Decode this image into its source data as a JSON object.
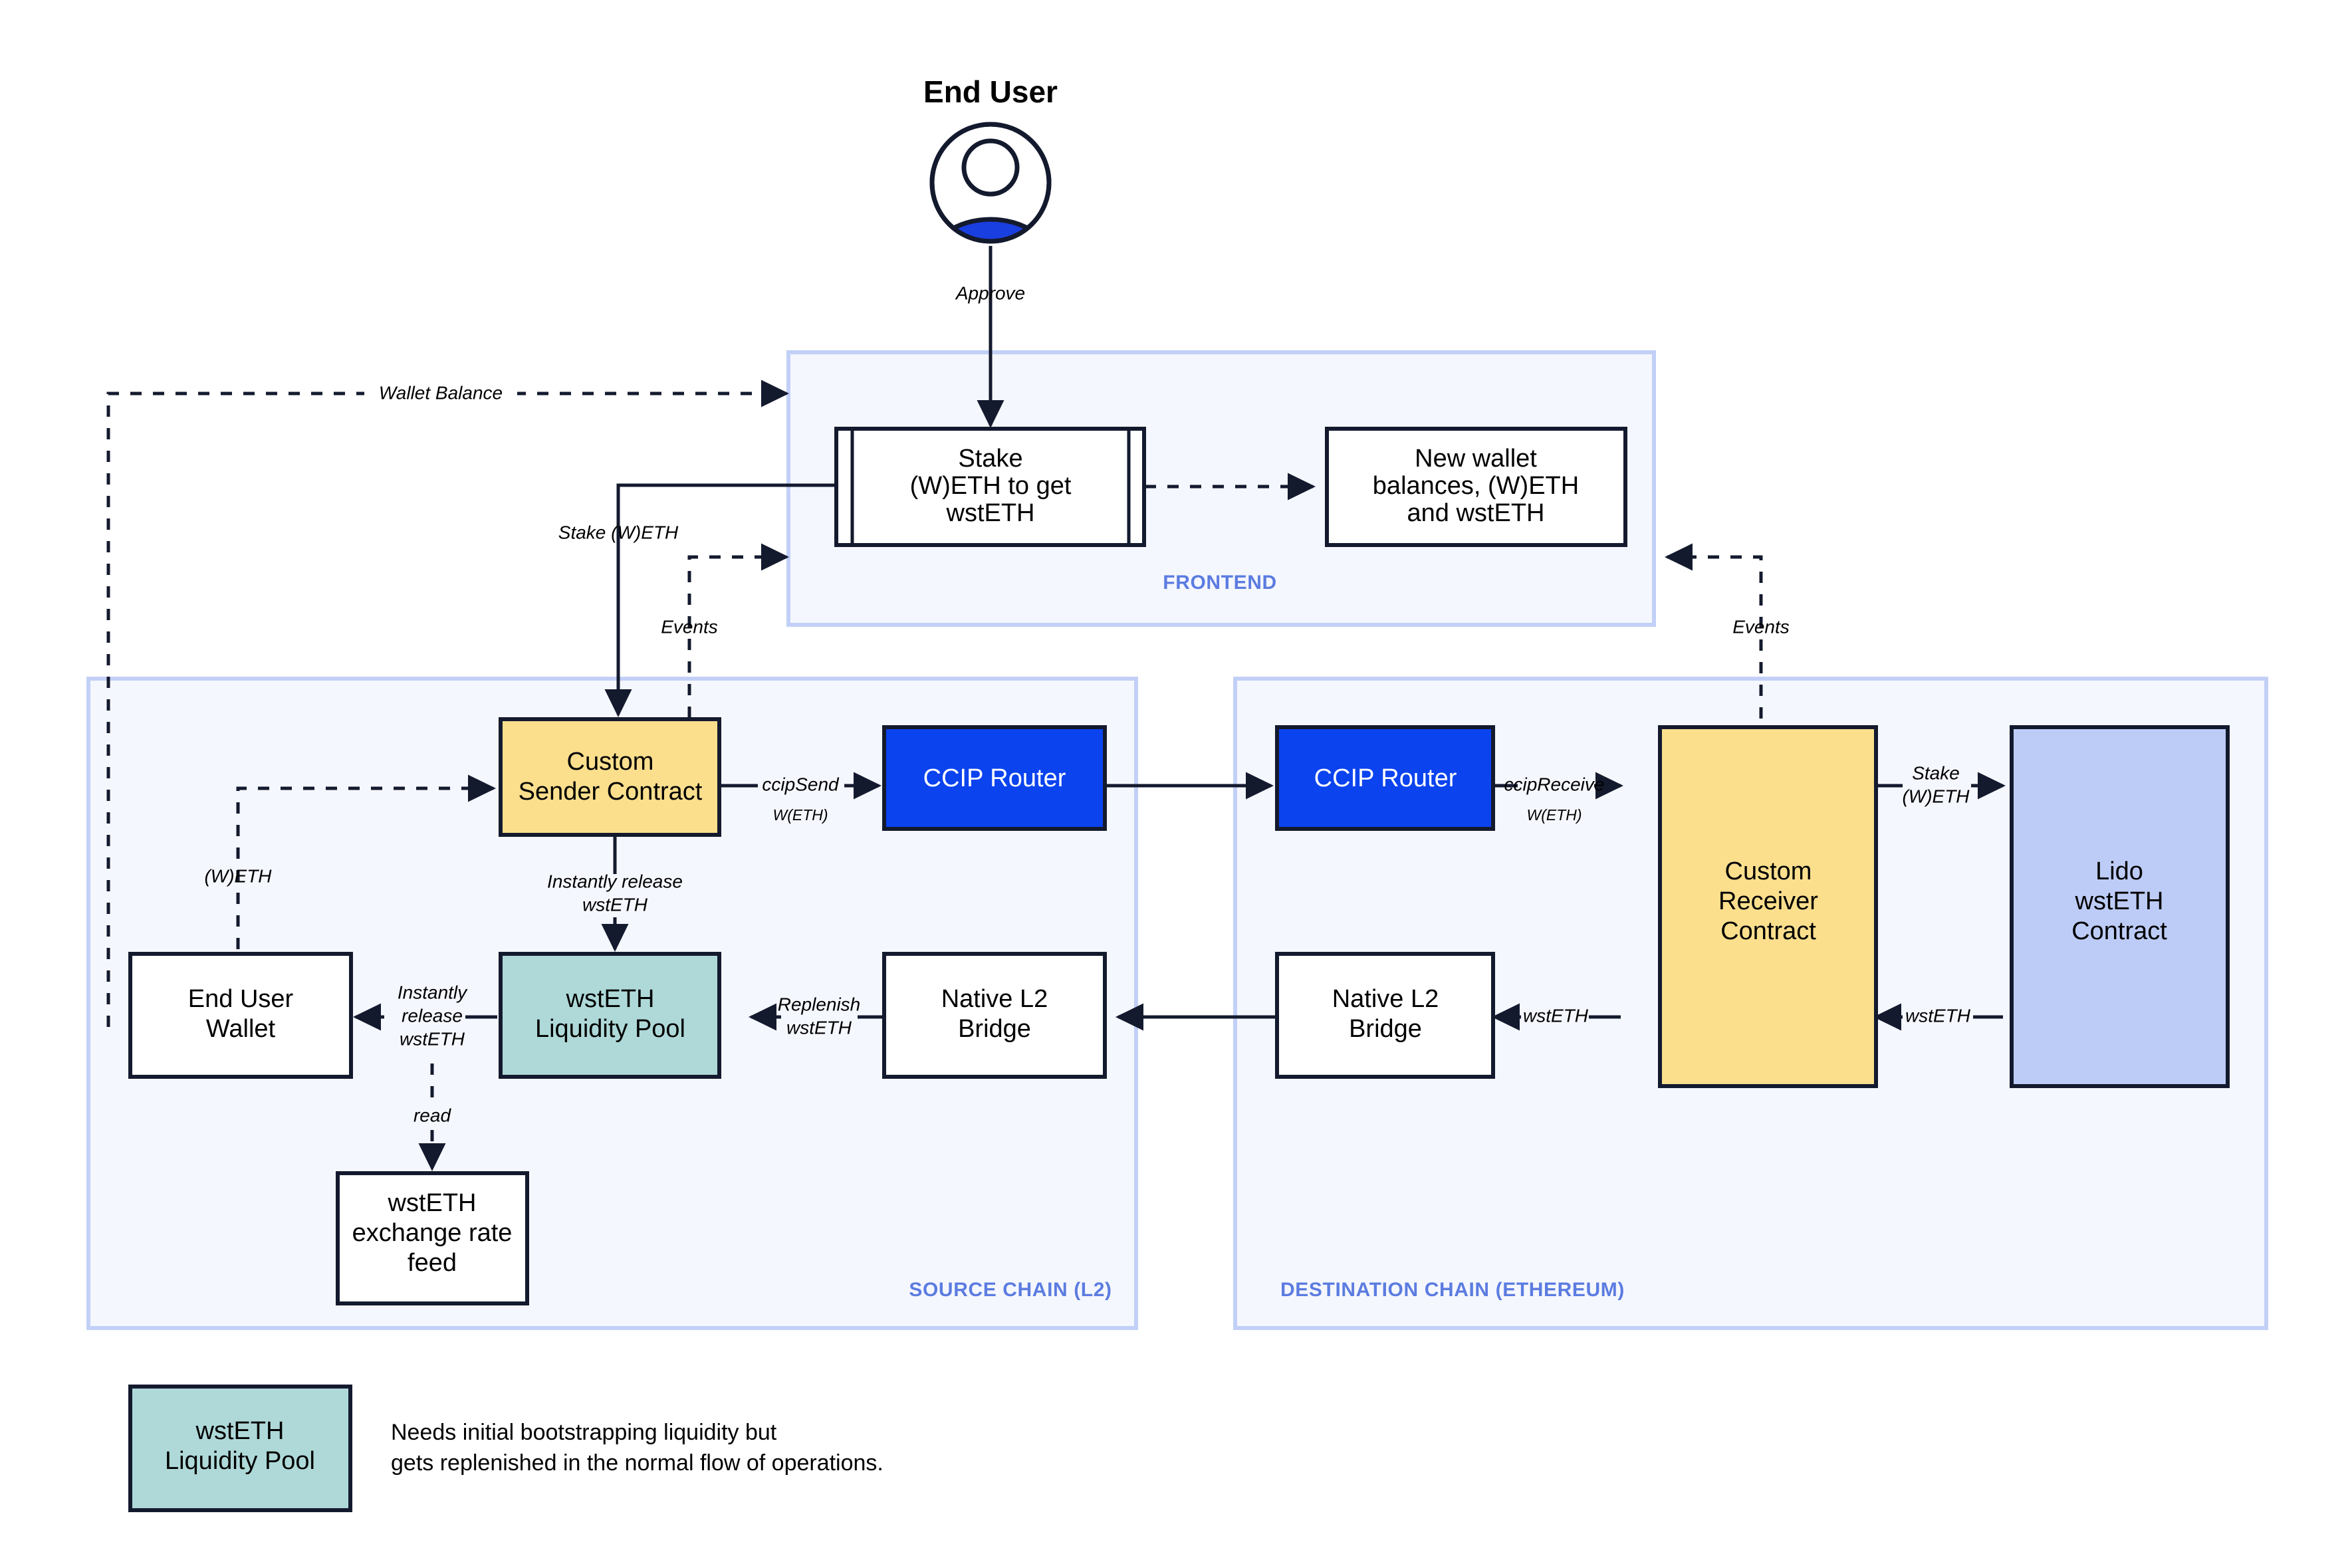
{
  "title": "End User",
  "colors": {
    "zone_fill": "#F5F7FE",
    "zone_stroke": "#C2D0F7",
    "zone_label": "#5C7CE0",
    "contract_yellow": "#FBDF8D",
    "pool_teal": "#AFD9D9",
    "router_blue": "#0B43EF",
    "lido_periwinkle": "#BDCCF7",
    "line": "#141A2E",
    "avatar_blue": "#1A3FE0"
  },
  "actor": {
    "label": "End User",
    "icon": "user-avatar-icon"
  },
  "zones": [
    {
      "id": "frontend",
      "label": "FRONTEND"
    },
    {
      "id": "source",
      "label": "SOURCE CHAIN (L2)"
    },
    {
      "id": "destination",
      "label": "DESTINATION CHAIN (ETHEREUM)"
    }
  ],
  "nodes": {
    "stake_ui": {
      "label": [
        "Stake",
        "(W)ETH to get",
        "wstETH"
      ],
      "kind": "ui-window"
    },
    "new_balances": {
      "label": [
        "New wallet",
        "balances, (W)ETH",
        "and wstETH"
      ],
      "kind": "plain"
    },
    "sender_contract": {
      "label": [
        "Custom",
        "Sender Contract"
      ],
      "kind": "contract"
    },
    "ccip_router_src": {
      "label": [
        "CCIP Router"
      ],
      "kind": "router"
    },
    "ccip_router_dst": {
      "label": [
        "CCIP Router"
      ],
      "kind": "router"
    },
    "receiver_contract": {
      "label": [
        "Custom",
        "Receiver",
        "Contract"
      ],
      "kind": "contract"
    },
    "lido_contract": {
      "label": [
        "Lido",
        "wstETH",
        "Contract"
      ],
      "kind": "lido"
    },
    "liquidity_pool": {
      "label": [
        "wstETH",
        "Liquidity Pool"
      ],
      "kind": "pool"
    },
    "bridge_src": {
      "label": [
        "Native L2",
        "Bridge"
      ],
      "kind": "plain"
    },
    "bridge_dst": {
      "label": [
        "Native L2",
        "Bridge"
      ],
      "kind": "plain"
    },
    "user_wallet": {
      "label": [
        "End User",
        "Wallet"
      ],
      "kind": "plain"
    },
    "rate_feed": {
      "label": [
        "wstETH",
        "exchange rate",
        "feed"
      ],
      "kind": "plain"
    }
  },
  "edge_labels": {
    "approve": "Approve",
    "wallet_balance": "Wallet Balance",
    "stake_weth": "Stake (W)ETH",
    "events_left": "Events",
    "events_right": "Events",
    "weth_left": "(W)ETH",
    "ccip_send": "ccipSend",
    "ccip_send_sub": "W(ETH)",
    "ccip_receive": "ccipReceive",
    "ccip_receive_sub": "W(ETH)",
    "instantly_release_wsteth_v": [
      "Instantly release",
      "wstETH"
    ],
    "instantly_release_wsteth_h": [
      "Instantly",
      "release",
      "wstETH"
    ],
    "replenish_wsteth": [
      "Replenish",
      "wstETH"
    ],
    "read": "read",
    "stake_weth_right": [
      "Stake",
      "(W)ETH"
    ],
    "wsteth_recv_to_bridge": "wstETH",
    "wsteth_lido_to_recv": "wstETH"
  },
  "legend": {
    "swatch_label": [
      "wstETH",
      "Liquidity Pool"
    ],
    "note": [
      "Needs initial bootstrapping liquidity but",
      "gets replenished in the normal flow of operations."
    ]
  }
}
